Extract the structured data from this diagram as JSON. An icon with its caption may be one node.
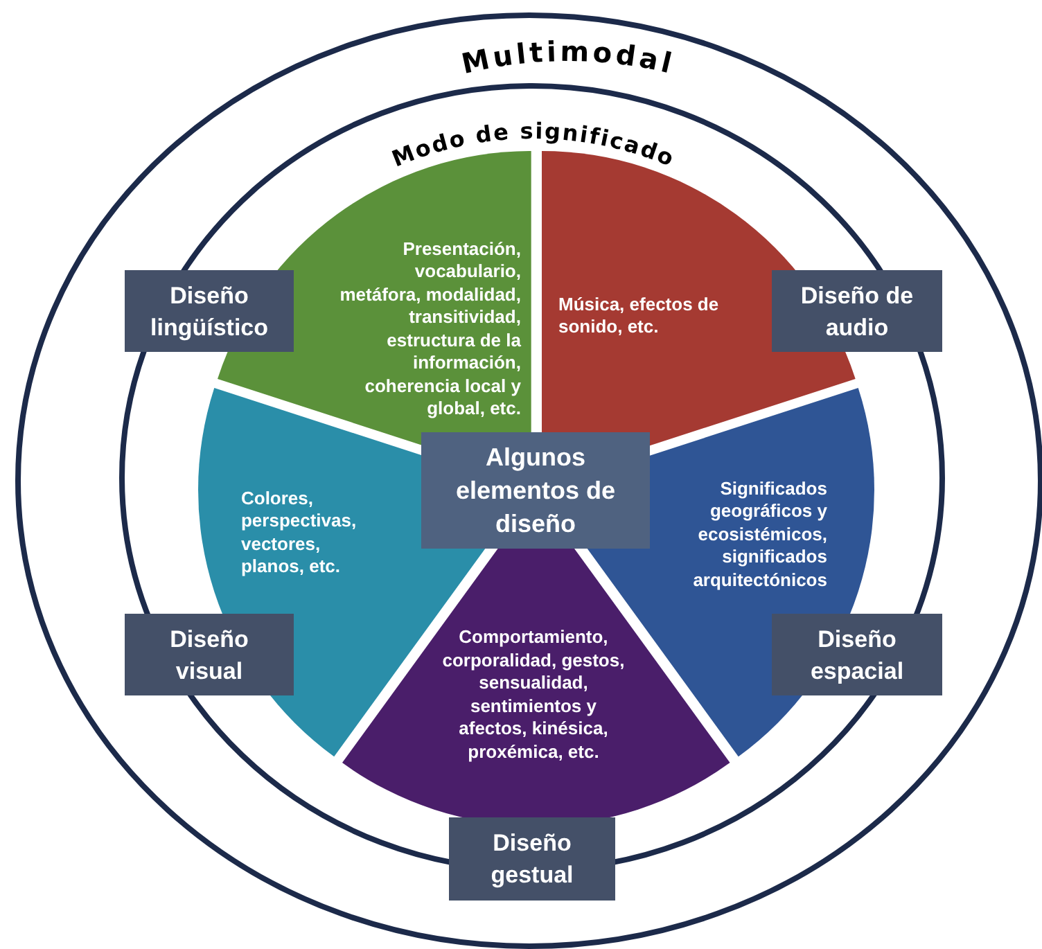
{
  "diagram": {
    "nodes": [
      {
        "text": [
          "Multimodal"
        ]
      },
      {
        "text": [
          "Modo de significado"
        ],
        "in": 0
      },
      {
        "text": [
          "Diseño lingüístico"
        ],
        "in": 1
      },
      {
        "text": [
          "Presentación, vocabulario, metáfora, modalidad, transitividad, estructura de la información, coherencia local  y global, etc."
        ],
        "in": 1
      },
      {
        "text": [
          "Música, efectos de sonido, etc."
        ],
        "in": 1
      },
      {
        "text": [
          "Diseño de audio"
        ],
        "in": 1
      },
      {
        "text": [
          "Algunos elementos de diseño"
        ],
        "in": 1
      },
      {
        "text": [
          "Colores, perspectivas, vectores, planos, etc."
        ],
        "in": 1
      },
      {
        "text": [
          "Significados geográficos y ecosistémicos, significados arquitectónicos"
        ],
        "in": 1
      },
      {
        "text": [
          "Diseño visual"
        ],
        "in": 1
      },
      {
        "text": [
          "Diseño espacial"
        ],
        "in": 1
      },
      {
        "text": [
          "Comportamiento, corporalidad, gestos, sensualidad, sentimientos y afectos, kinésica, proxémica, etc."
        ],
        "in": 1
      },
      {
        "text": [
          "Diseño gestual"
        ],
        "in": 1
      }
    ]
  }
}
